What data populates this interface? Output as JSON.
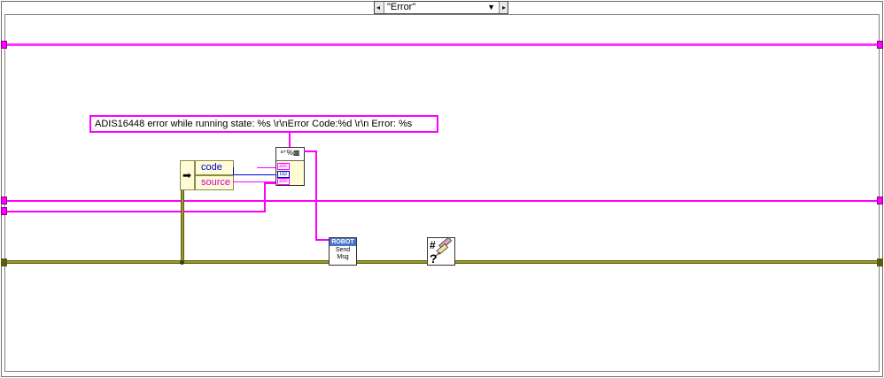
{
  "case_selector": {
    "value": "\"Error\"",
    "decrement_glyph": "◂",
    "increment_glyph": "▸",
    "dropdown_glyph": "▼"
  },
  "format_string_constant": {
    "value": "ADIS16448 error while running state: %s \\r\\nError Code:%d \\r\\n Error: %s"
  },
  "unbundle_by_name": {
    "arrow_glyph": "➡",
    "fields": [
      "code",
      "source"
    ]
  },
  "format_into_string": {
    "header": "ᵃ⁺%▩",
    "pins": [
      "abc",
      "I32",
      "abc"
    ]
  },
  "send_message_vi": {
    "banner": "ROBOT",
    "label_line1": "Send",
    "label_line2": "Msg"
  },
  "clear_errors_vi": {
    "icon": "clear-errors-icon"
  },
  "colors": {
    "string_wire": "#ff00ff",
    "error_wire": "#9a9a2a",
    "i32_wire": "#0000dd",
    "robot_banner": "#4a74c8"
  }
}
